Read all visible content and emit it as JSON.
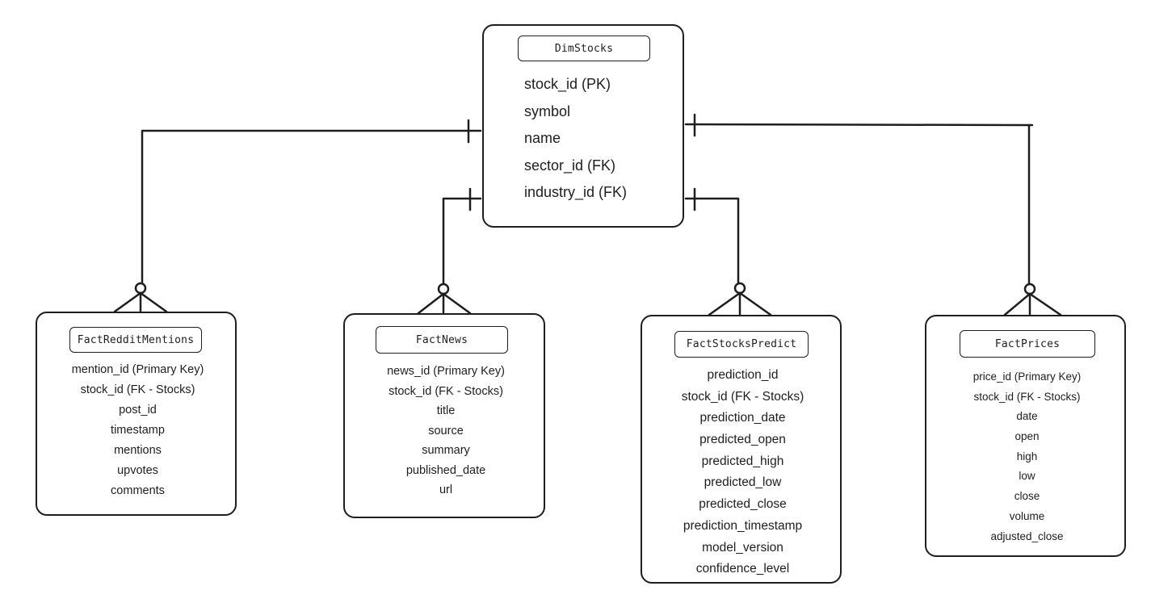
{
  "entities": {
    "dim_stocks": {
      "title": "DimStocks",
      "attributes": [
        "stock_id (PK)",
        "symbol",
        "name",
        "sector_id (FK)",
        "industry_id (FK)"
      ]
    },
    "fact_reddit_mentions": {
      "title": "FactRedditMentions",
      "attributes": [
        "mention_id (Primary Key)",
        "stock_id (FK - Stocks)",
        "post_id",
        "timestamp",
        "mentions",
        "upvotes",
        "comments"
      ]
    },
    "fact_news": {
      "title": "FactNews",
      "attributes": [
        "news_id (Primary Key)",
        "stock_id (FK - Stocks)",
        "title",
        "source",
        "summary",
        "published_date",
        "url"
      ]
    },
    "fact_stocks_predict": {
      "title": "FactStocksPredict",
      "attributes": [
        "prediction_id",
        "stock_id (FK - Stocks)",
        "prediction_date",
        "predicted_open",
        "predicted_high",
        "predicted_low",
        "predicted_close",
        "prediction_timestamp",
        "model_version",
        "confidence_level"
      ]
    },
    "fact_prices": {
      "title": "FactPrices",
      "attributes": [
        "price_id (Primary Key)",
        "stock_id (FK - Stocks)",
        "date",
        "open",
        "high",
        "low",
        "close",
        "volume",
        "adjusted_close"
      ]
    }
  },
  "relationships": [
    {
      "from": "DimStocks",
      "to": "FactRedditMentions",
      "from_cardinality": "one",
      "to_cardinality": "zero-or-many"
    },
    {
      "from": "DimStocks",
      "to": "FactNews",
      "from_cardinality": "one",
      "to_cardinality": "zero-or-many"
    },
    {
      "from": "DimStocks",
      "to": "FactStocksPredict",
      "from_cardinality": "one",
      "to_cardinality": "zero-or-many"
    },
    {
      "from": "DimStocks",
      "to": "FactPrices",
      "from_cardinality": "one",
      "to_cardinality": "zero-or-many"
    }
  ],
  "colors": {
    "stroke": "#1e1e1e",
    "background": "#ffffff"
  }
}
